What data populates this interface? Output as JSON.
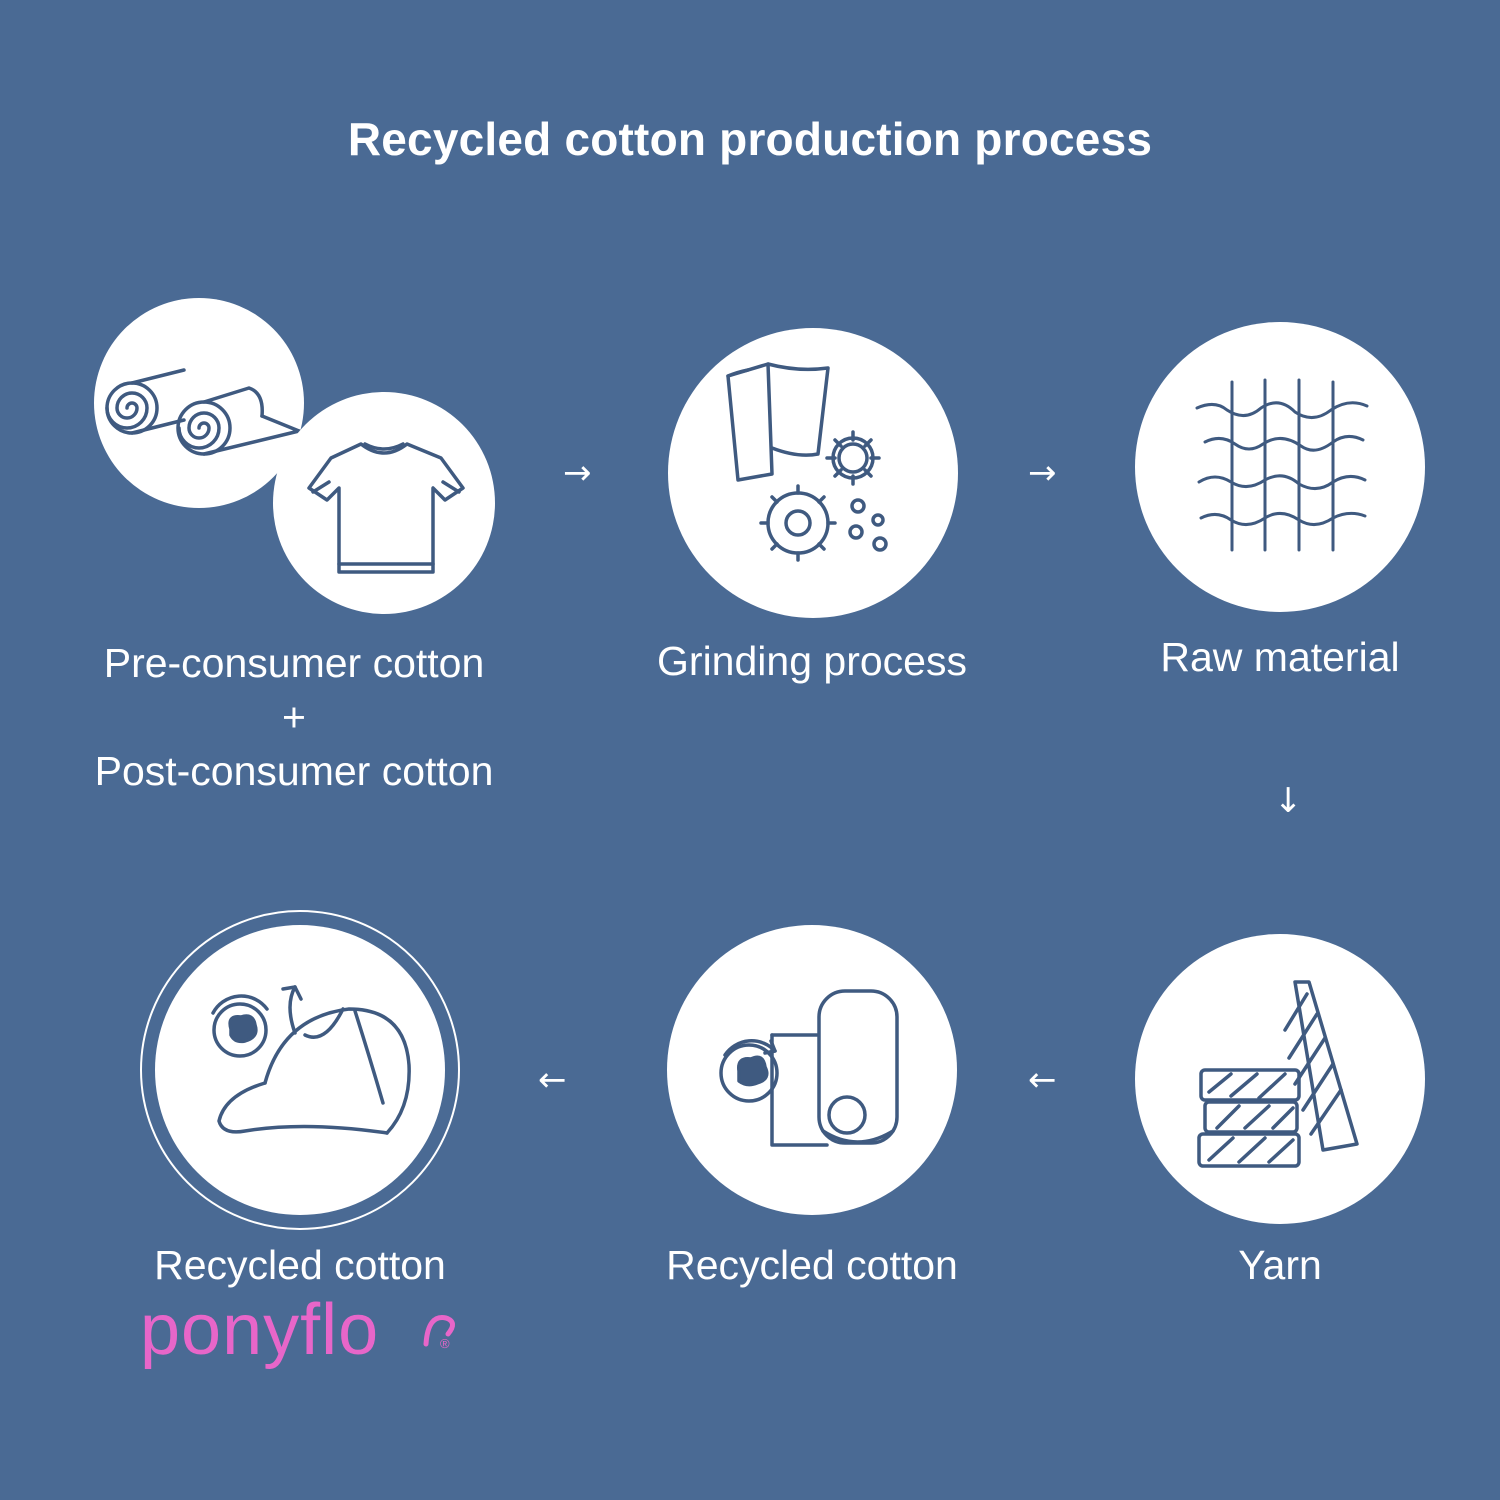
{
  "title": "Recycled cotton production process",
  "steps": [
    {
      "label_line1": "Pre-consumer cotton",
      "label_plus": "+",
      "label_line2": "Post-consumer cotton",
      "icons": [
        "fabric-rolls-icon",
        "tshirt-icon"
      ]
    },
    {
      "label": "Grinding process",
      "icon": "grinding-gears-icon"
    },
    {
      "label": "Raw material",
      "icon": "fibers-icon"
    },
    {
      "label": "Yarn",
      "icon": "yarn-spools-icon"
    },
    {
      "label": "Recycled cotton",
      "icon": "recycled-fabric-roll-icon"
    },
    {
      "label": "Recycled cotton",
      "icon": "recycled-cap-icon"
    }
  ],
  "arrows": {
    "right": "→",
    "down": "↓",
    "left": "←"
  },
  "brand": {
    "name": "ponyflo",
    "registered": "®"
  },
  "colors": {
    "background": "#4a6a94",
    "circle": "#ffffff",
    "icon_stroke": "#3f5a80",
    "brand": "#e766c9"
  }
}
